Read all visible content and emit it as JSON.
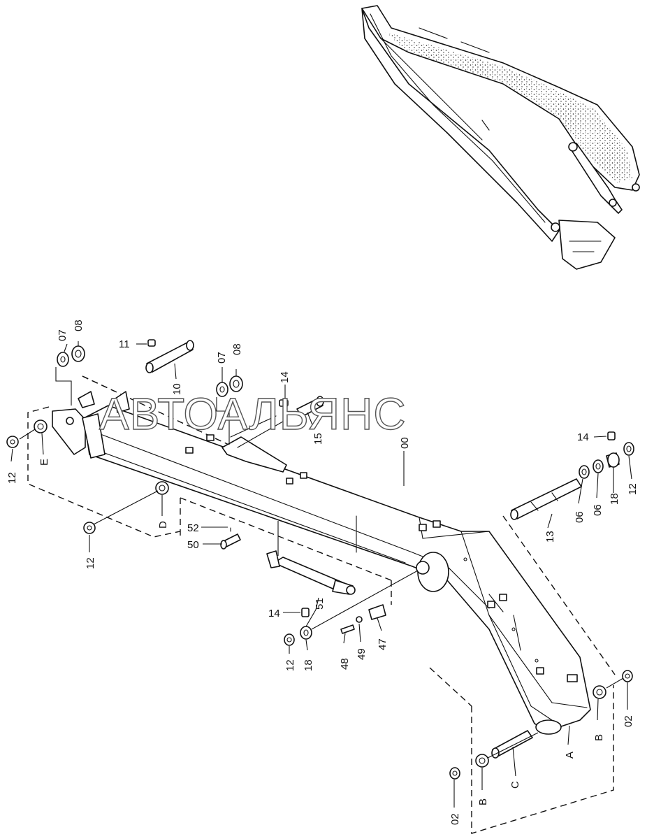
{
  "watermark": "АВТОАЛЬЯНС",
  "labels": {
    "p00": "00",
    "p02a": "02",
    "p02b": "02",
    "p06a": "06",
    "p06b": "06",
    "p07a": "07",
    "p07b": "07",
    "p08a": "08",
    "p08b": "08",
    "p10": "10",
    "p11": "11",
    "p12a": "12",
    "p12b": "12",
    "p12c": "12",
    "p12d": "12",
    "p13": "13",
    "p14a": "14",
    "p14b": "14",
    "p14c": "14",
    "p15": "15",
    "p18a": "18",
    "p18b": "18",
    "p47": "47",
    "p48": "48",
    "p49": "49",
    "p50": "50",
    "p51": "51",
    "p52": "52",
    "A": "A",
    "Ba": "B",
    "Bb": "B",
    "C": "C",
    "D": "D",
    "E": "E"
  }
}
